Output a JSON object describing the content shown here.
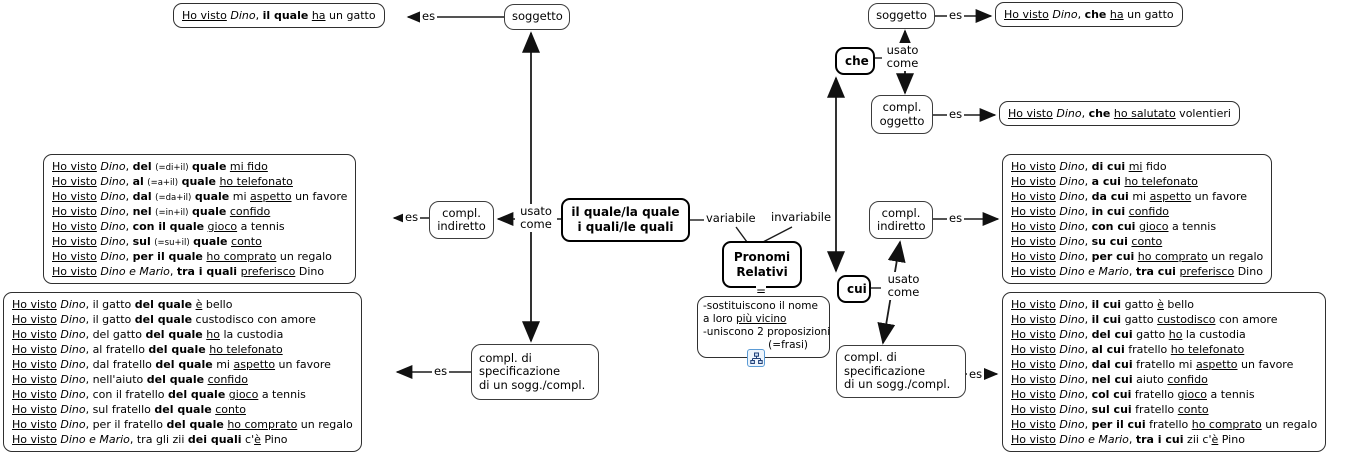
{
  "labels": {
    "es": "es",
    "usato": "usato",
    "come": "come",
    "variabile": "variabile",
    "invariabile": "invariabile",
    "equals": "="
  },
  "accent_colors": {
    "thick_border": "#000000",
    "thin_border": "#2f2f2f",
    "icon_border": "#5b9bd5"
  },
  "icons": {
    "note_resource": "org-chart-icon"
  },
  "nodes": {
    "soggetto_left": "soggetto",
    "soggetto_right": "soggetto",
    "che": "che",
    "cui": "cui",
    "quale": {
      "line1": "il quale/la quale",
      "line2": "i quali/le quali"
    },
    "pronomi": {
      "line1": "Pronomi",
      "line2": "Relativi"
    },
    "compl_indiretto_left": {
      "line1": "compl.",
      "line2": "indiretto"
    },
    "compl_indiretto_right": {
      "line1": "compl.",
      "line2": "indiretto"
    },
    "compl_oggetto": {
      "line1": "compl.",
      "line2": "oggetto"
    },
    "compl_spec_left": {
      "line1": "compl. di",
      "line2": "specificazione",
      "line3": "di un sogg./compl."
    },
    "compl_spec_right": {
      "line1": "compl. di",
      "line2": "specificazione",
      "line3": "di un sogg./compl."
    }
  },
  "note": {
    "lines": [
      [
        [
          "-sostituiscono il nome"
        ]
      ],
      [
        [
          " a loro "
        ],
        [
          "più vicino",
          "u"
        ]
      ],
      [
        [
          "-uniscono 2 proposizioni"
        ]
      ],
      [
        [
          "(=frasi)"
        ]
      ]
    ]
  },
  "examples": {
    "quale_soggetto": {
      "lines": [
        [
          [
            "Ho visto",
            "u"
          ],
          [
            " "
          ],
          [
            "Dino",
            "i"
          ],
          [
            ", "
          ],
          [
            "il quale",
            "b"
          ],
          [
            " "
          ],
          [
            "ha",
            "u"
          ],
          [
            " un gatto"
          ]
        ]
      ]
    },
    "che_soggetto": {
      "lines": [
        [
          [
            "Ho visto",
            "u"
          ],
          [
            " "
          ],
          [
            "Dino",
            "i"
          ],
          [
            ", "
          ],
          [
            "che",
            "b"
          ],
          [
            " "
          ],
          [
            "ha",
            "u"
          ],
          [
            " un gatto"
          ]
        ]
      ]
    },
    "che_oggetto": {
      "lines": [
        [
          [
            "Ho visto",
            "u"
          ],
          [
            " "
          ],
          [
            "Dino",
            "i"
          ],
          [
            ", "
          ],
          [
            "che",
            "b"
          ],
          [
            " "
          ],
          [
            "ho salutato",
            "u"
          ],
          [
            " volentieri"
          ]
        ]
      ]
    },
    "quale_indiretto": {
      "lines": [
        [
          [
            "Ho visto",
            "u"
          ],
          [
            " "
          ],
          [
            "Dino",
            "i"
          ],
          [
            ", "
          ],
          [
            "del",
            "b"
          ],
          [
            " "
          ],
          [
            "(=di+il)",
            "s"
          ],
          [
            " "
          ],
          [
            "quale",
            "b"
          ],
          [
            " "
          ],
          [
            "mi fido",
            "u"
          ]
        ],
        [
          [
            "Ho visto",
            "u"
          ],
          [
            " "
          ],
          [
            "Dino",
            "i"
          ],
          [
            ", "
          ],
          [
            "al",
            "b"
          ],
          [
            " "
          ],
          [
            "(=a+il)",
            "s"
          ],
          [
            " "
          ],
          [
            "quale",
            "b"
          ],
          [
            " "
          ],
          [
            "ho telefonato",
            "u"
          ]
        ],
        [
          [
            "Ho visto",
            "u"
          ],
          [
            " "
          ],
          [
            "Dino",
            "i"
          ],
          [
            ", "
          ],
          [
            "dal",
            "b"
          ],
          [
            " "
          ],
          [
            "(=da+il)",
            "s"
          ],
          [
            " "
          ],
          [
            "quale",
            "b"
          ],
          [
            " mi "
          ],
          [
            "aspetto",
            "u"
          ],
          [
            " un favore"
          ]
        ],
        [
          [
            "Ho visto",
            "u"
          ],
          [
            " "
          ],
          [
            "Dino",
            "i"
          ],
          [
            ", "
          ],
          [
            "nel",
            "b"
          ],
          [
            " "
          ],
          [
            "(=in+il)",
            "s"
          ],
          [
            " "
          ],
          [
            "quale",
            "b"
          ],
          [
            " "
          ],
          [
            "confido",
            "u"
          ]
        ],
        [
          [
            "Ho visto",
            "u"
          ],
          [
            " "
          ],
          [
            "Dino",
            "i"
          ],
          [
            ", "
          ],
          [
            "con il quale",
            "b"
          ],
          [
            " "
          ],
          [
            "gioco",
            "u"
          ],
          [
            " a tennis"
          ]
        ],
        [
          [
            "Ho visto",
            "u"
          ],
          [
            " "
          ],
          [
            "Dino",
            "i"
          ],
          [
            ", "
          ],
          [
            "sul",
            "b"
          ],
          [
            " "
          ],
          [
            "(=su+il)",
            "s"
          ],
          [
            " "
          ],
          [
            "quale",
            "b"
          ],
          [
            " "
          ],
          [
            "conto",
            "u"
          ]
        ],
        [
          [
            "Ho visto",
            "u"
          ],
          [
            " "
          ],
          [
            "Dino",
            "i"
          ],
          [
            ", "
          ],
          [
            "per il quale",
            "b"
          ],
          [
            " "
          ],
          [
            "ho comprato",
            "u"
          ],
          [
            " un regalo"
          ]
        ],
        [
          [
            "Ho visto",
            "u"
          ],
          [
            " "
          ],
          [
            "Dino e Mario",
            "i"
          ],
          [
            ", "
          ],
          [
            "tra i quali",
            "b"
          ],
          [
            " "
          ],
          [
            "preferisco",
            "u"
          ],
          [
            " Dino"
          ]
        ]
      ]
    },
    "quale_specificazione": {
      "lines": [
        [
          [
            "Ho visto",
            "u"
          ],
          [
            " "
          ],
          [
            "Dino",
            "i"
          ],
          [
            ", il gatto "
          ],
          [
            "del quale",
            "b"
          ],
          [
            " "
          ],
          [
            "è",
            "u"
          ],
          [
            " bello"
          ]
        ],
        [
          [
            "Ho visto",
            "u"
          ],
          [
            " "
          ],
          [
            "Dino",
            "i"
          ],
          [
            ", il gatto "
          ],
          [
            "del quale",
            "b"
          ],
          [
            " custodisco con amore"
          ]
        ],
        [
          [
            "Ho visto",
            "u"
          ],
          [
            " "
          ],
          [
            "Dino",
            "i"
          ],
          [
            ", del gatto "
          ],
          [
            "del quale",
            "b"
          ],
          [
            " "
          ],
          [
            "ho",
            "u"
          ],
          [
            " la custodia"
          ]
        ],
        [
          [
            "Ho visto",
            "u"
          ],
          [
            " "
          ],
          [
            "Dino",
            "i"
          ],
          [
            ", al fratello "
          ],
          [
            "del quale",
            "b"
          ],
          [
            " "
          ],
          [
            "ho telefonato",
            "u"
          ]
        ],
        [
          [
            "Ho visto",
            "u"
          ],
          [
            " "
          ],
          [
            "Dino",
            "i"
          ],
          [
            ", dal fratello "
          ],
          [
            "del quale",
            "b"
          ],
          [
            " mi "
          ],
          [
            "aspetto",
            "u"
          ],
          [
            " un favore"
          ]
        ],
        [
          [
            "Ho visto",
            "u"
          ],
          [
            " "
          ],
          [
            "Dino",
            "i"
          ],
          [
            ", nell'aiuto "
          ],
          [
            "del quale",
            "b"
          ],
          [
            " "
          ],
          [
            "confido",
            "u"
          ]
        ],
        [
          [
            "Ho visto",
            "u"
          ],
          [
            " "
          ],
          [
            "Dino",
            "i"
          ],
          [
            ", con il fratello "
          ],
          [
            "del quale",
            "b"
          ],
          [
            " "
          ],
          [
            "gioco",
            "u"
          ],
          [
            " a tennis"
          ]
        ],
        [
          [
            "Ho visto",
            "u"
          ],
          [
            " "
          ],
          [
            "Dino",
            "i"
          ],
          [
            ", sul fratello "
          ],
          [
            "del quale",
            "b"
          ],
          [
            " "
          ],
          [
            "conto",
            "u"
          ]
        ],
        [
          [
            "Ho visto",
            "u"
          ],
          [
            " "
          ],
          [
            "Dino",
            "i"
          ],
          [
            ", per il fratello "
          ],
          [
            "del quale",
            "b"
          ],
          [
            " "
          ],
          [
            "ho comprato",
            "u"
          ],
          [
            " un regalo"
          ]
        ],
        [
          [
            "Ho visto",
            "u"
          ],
          [
            " "
          ],
          [
            "Dino e Mario",
            "i"
          ],
          [
            ", tra gli zii "
          ],
          [
            "dei quali",
            "b"
          ],
          [
            " c'"
          ],
          [
            "è",
            "u"
          ],
          [
            " Pino"
          ]
        ]
      ]
    },
    "cui_indiretto": {
      "lines": [
        [
          [
            "Ho visto",
            "u"
          ],
          [
            " "
          ],
          [
            "Dino",
            "i"
          ],
          [
            ", "
          ],
          [
            "di cui",
            "b"
          ],
          [
            " "
          ],
          [
            "mi",
            "u"
          ],
          [
            " fido"
          ]
        ],
        [
          [
            "Ho visto",
            "u"
          ],
          [
            " "
          ],
          [
            "Dino",
            "i"
          ],
          [
            ", "
          ],
          [
            "a cui",
            "b"
          ],
          [
            " "
          ],
          [
            "ho telefonato",
            "u"
          ]
        ],
        [
          [
            "Ho visto",
            "u"
          ],
          [
            " "
          ],
          [
            "Dino",
            "i"
          ],
          [
            ", "
          ],
          [
            "da cui",
            "b"
          ],
          [
            " mi "
          ],
          [
            "aspetto",
            "u"
          ],
          [
            " un favore"
          ]
        ],
        [
          [
            "Ho visto",
            "u"
          ],
          [
            " "
          ],
          [
            "Dino",
            "i"
          ],
          [
            ", "
          ],
          [
            "in cui",
            "b"
          ],
          [
            " "
          ],
          [
            "confido",
            "u"
          ]
        ],
        [
          [
            "Ho visto",
            "u"
          ],
          [
            " "
          ],
          [
            "Dino",
            "i"
          ],
          [
            ", "
          ],
          [
            "con cui",
            "b"
          ],
          [
            " "
          ],
          [
            "gioco",
            "u"
          ],
          [
            " a tennis"
          ]
        ],
        [
          [
            "Ho visto",
            "u"
          ],
          [
            " "
          ],
          [
            "Dino",
            "i"
          ],
          [
            ", "
          ],
          [
            "su cui",
            "b"
          ],
          [
            " "
          ],
          [
            "conto",
            "u"
          ]
        ],
        [
          [
            "Ho visto",
            "u"
          ],
          [
            " "
          ],
          [
            "Dino",
            "i"
          ],
          [
            ", "
          ],
          [
            "per cui",
            "b"
          ],
          [
            " "
          ],
          [
            "ho comprato",
            "u"
          ],
          [
            " un regalo"
          ]
        ],
        [
          [
            "Ho visto",
            "u"
          ],
          [
            " "
          ],
          [
            "Dino e Mario",
            "i"
          ],
          [
            ", "
          ],
          [
            "tra cui",
            "b"
          ],
          [
            " "
          ],
          [
            "preferisco",
            "u"
          ],
          [
            " Dino"
          ]
        ]
      ]
    },
    "cui_specificazione": {
      "lines": [
        [
          [
            "Ho visto",
            "u"
          ],
          [
            " "
          ],
          [
            "Dino",
            "i"
          ],
          [
            ", "
          ],
          [
            "il cui",
            "b"
          ],
          [
            " gatto "
          ],
          [
            "è",
            "u"
          ],
          [
            " bello"
          ]
        ],
        [
          [
            "Ho visto",
            "u"
          ],
          [
            " "
          ],
          [
            "Dino",
            "i"
          ],
          [
            ", "
          ],
          [
            "il cui",
            "b"
          ],
          [
            " gatto "
          ],
          [
            "custodisco",
            "u"
          ],
          [
            " con amore"
          ]
        ],
        [
          [
            "Ho visto",
            "u"
          ],
          [
            " "
          ],
          [
            "Dino",
            "i"
          ],
          [
            ", "
          ],
          [
            "del cui",
            "b"
          ],
          [
            " gatto "
          ],
          [
            "ho",
            "u"
          ],
          [
            " la custodia"
          ]
        ],
        [
          [
            "Ho visto",
            "u"
          ],
          [
            " "
          ],
          [
            "Dino",
            "i"
          ],
          [
            ", "
          ],
          [
            "al cui",
            "b"
          ],
          [
            " fratello "
          ],
          [
            "ho telefonato",
            "u"
          ]
        ],
        [
          [
            "Ho visto",
            "u"
          ],
          [
            " "
          ],
          [
            "Dino",
            "i"
          ],
          [
            ", "
          ],
          [
            "dal cui",
            "b"
          ],
          [
            " fratello mi "
          ],
          [
            "aspetto",
            "u"
          ],
          [
            " un favore"
          ]
        ],
        [
          [
            "Ho visto",
            "u"
          ],
          [
            " "
          ],
          [
            "Dino",
            "i"
          ],
          [
            ", "
          ],
          [
            "nel cui",
            "b"
          ],
          [
            " aiuto "
          ],
          [
            "confido",
            "u"
          ]
        ],
        [
          [
            "Ho visto",
            "u"
          ],
          [
            " "
          ],
          [
            "Dino",
            "i"
          ],
          [
            ", "
          ],
          [
            "col cui",
            "b"
          ],
          [
            " fratello "
          ],
          [
            "gioco",
            "u"
          ],
          [
            " a tennis"
          ]
        ],
        [
          [
            "Ho visto",
            "u"
          ],
          [
            " "
          ],
          [
            "Dino",
            "i"
          ],
          [
            ", "
          ],
          [
            "sul cui",
            "b"
          ],
          [
            " fratello "
          ],
          [
            "conto",
            "u"
          ]
        ],
        [
          [
            "Ho visto",
            "u"
          ],
          [
            " "
          ],
          [
            "Dino",
            "i"
          ],
          [
            ", "
          ],
          [
            "per il cui",
            "b"
          ],
          [
            " fratello "
          ],
          [
            "ho comprato",
            "u"
          ],
          [
            " un regalo"
          ]
        ],
        [
          [
            "Ho visto",
            "u"
          ],
          [
            " "
          ],
          [
            "Dino e Mario",
            "i"
          ],
          [
            ", "
          ],
          [
            "tra i cui",
            "b"
          ],
          [
            " zii c'"
          ],
          [
            "è",
            "u"
          ],
          [
            " Pino"
          ]
        ]
      ]
    }
  }
}
